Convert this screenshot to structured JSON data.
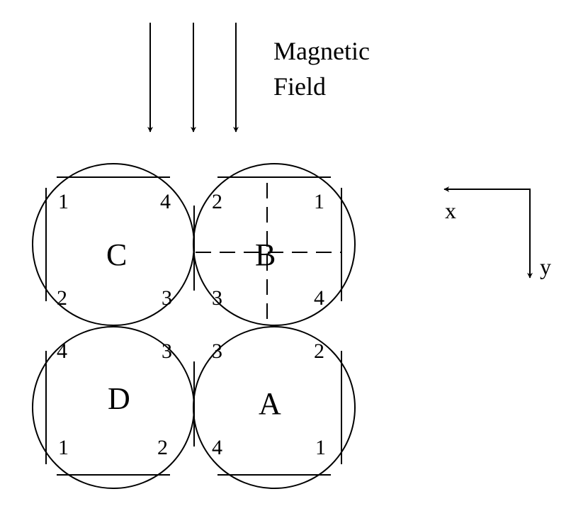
{
  "field_label": {
    "line1": "Magnetic",
    "line2": "Field"
  },
  "axes": {
    "x_label": "x",
    "y_label": "y"
  },
  "quadrants": [
    {
      "id": "C",
      "label": "C",
      "corners": {
        "tl": "1",
        "tr": "4",
        "bl": "2",
        "br": "3"
      }
    },
    {
      "id": "B",
      "label": "B",
      "corners": {
        "tl": "2",
        "tr": "1",
        "bl": "3",
        "br": "4"
      }
    },
    {
      "id": "D",
      "label": "D",
      "corners": {
        "tl": "4",
        "tr": "3",
        "bl": "1",
        "br": "2"
      }
    },
    {
      "id": "A",
      "label": "A",
      "corners": {
        "tl": "3",
        "tr": "2",
        "bl": "4",
        "br": "1"
      }
    }
  ]
}
